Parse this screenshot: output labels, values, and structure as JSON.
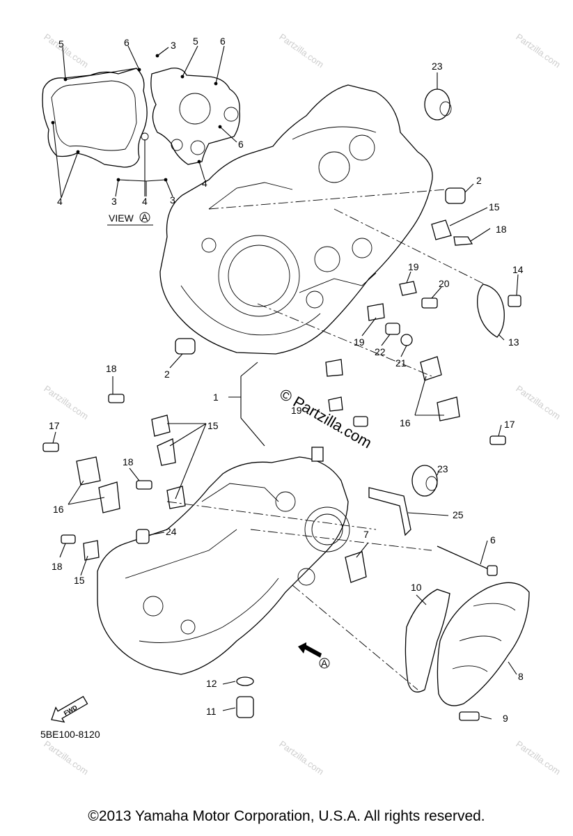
{
  "diagram": {
    "code": "5BE100-8120",
    "view_label": "VIEW",
    "view_marker": "A",
    "fwd_label": "FWD",
    "watermark_text": "© Partzilla.com",
    "watermark_small": "Partzilla.com"
  },
  "callouts": [
    "1",
    "2",
    "3",
    "4",
    "5",
    "6",
    "7",
    "8",
    "9",
    "10",
    "11",
    "12",
    "13",
    "14",
    "15",
    "16",
    "17",
    "18",
    "19",
    "20",
    "21",
    "22",
    "23",
    "24",
    "25"
  ],
  "copyright": "©2013  Yamaha Motor Corporation, U.S.A. All rights reserved."
}
